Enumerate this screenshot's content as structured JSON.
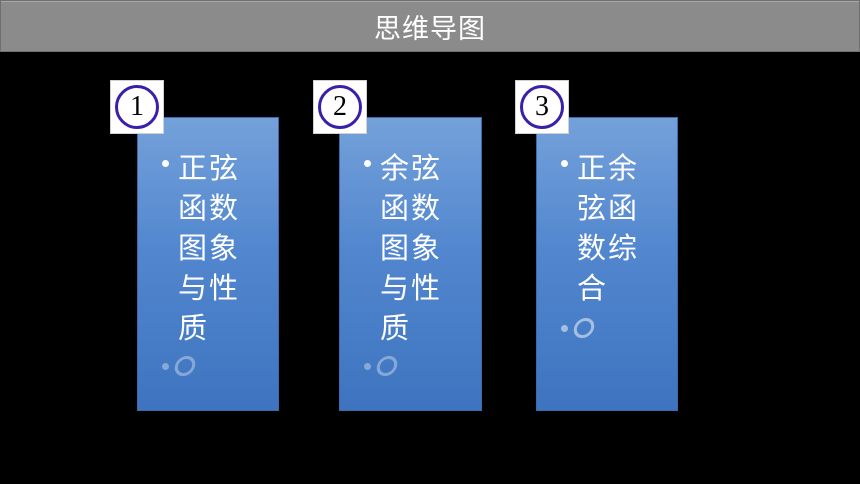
{
  "header": {
    "title": "思维导图"
  },
  "cards": [
    {
      "number": "1",
      "text": "正弦函数图象与性质"
    },
    {
      "number": "2",
      "text": "余弦函数图象与性质"
    },
    {
      "number": "3",
      "text": "正余弦函数综合"
    }
  ],
  "colors": {
    "background": "#000000",
    "title_bar": "#8b8b8b",
    "card_blue": "#5287cf",
    "badge_ring": "#3a20a8"
  }
}
